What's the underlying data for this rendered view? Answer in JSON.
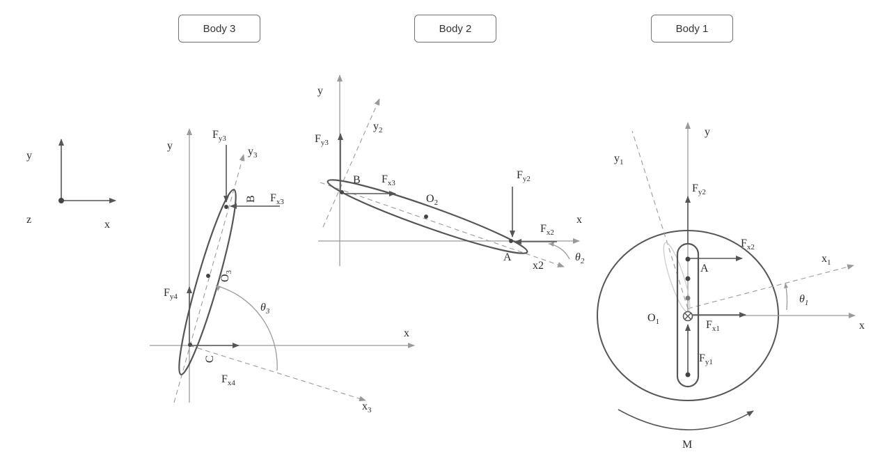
{
  "titles": {
    "body3": "Body 3",
    "body2": "Body 2",
    "body1": "Body 1"
  },
  "frame": {
    "y": "y",
    "z": "z",
    "x": "x"
  },
  "body3": {
    "y": "y",
    "y3": "y",
    "y3_sub": "3",
    "x": "x",
    "x3": "x",
    "x3_sub": "3",
    "B": "B",
    "C": "C",
    "O3": "O",
    "O3_sub": "3",
    "Fy3": "F",
    "Fy3_sub": "y3",
    "Fx3": "F",
    "Fx3_sub": "x3",
    "Fy4": "F",
    "Fy4_sub": "y4",
    "Fx4": "F",
    "Fx4_sub": "x4",
    "theta3": "θ",
    "theta3_sub": "3"
  },
  "body2": {
    "y": "y",
    "y2": "y",
    "y2_sub": "2",
    "x": "x",
    "x2": "x2",
    "A": "A",
    "B": "B",
    "O2": "O",
    "O2_sub": "2",
    "Fy3": "F",
    "Fy3_sub": "y3",
    "Fx3": "F",
    "Fx3_sub": "x3",
    "Fy2": "F",
    "Fy2_sub": "y2",
    "Fx2": "F",
    "Fx2_sub": "x2",
    "theta2": "θ",
    "theta2_sub": "2"
  },
  "body1": {
    "y": "y",
    "y1": "y",
    "y1_sub": "1",
    "x": "x",
    "x1": "x",
    "x1_sub": "1",
    "A": "A",
    "O1": "O",
    "O1_sub": "1",
    "Fy2": "F",
    "Fy2_sub": "y2",
    "Fx2": "F",
    "Fx2_sub": "x2",
    "Fx1": "F",
    "Fx1_sub": "x1",
    "Fy1": "F",
    "Fy1_sub": "y1",
    "theta1": "θ",
    "theta1_sub": "1",
    "M": "M"
  }
}
